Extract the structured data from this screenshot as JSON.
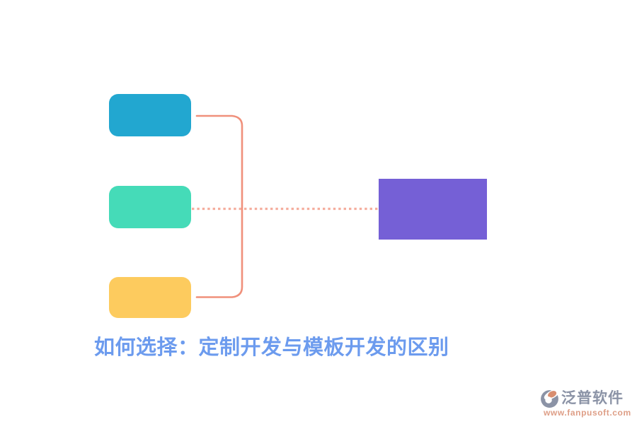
{
  "page": {
    "background": "#FFFFFF"
  },
  "title": {
    "text": "如何选择：定制开发与模板开发的区别",
    "color": "#6C9BEE"
  },
  "diagram": {
    "nodes": [
      {
        "name": "top-branch",
        "shape": "rounded-rect",
        "color": "#22A7D0",
        "label": ""
      },
      {
        "name": "middle-branch",
        "shape": "rounded-rect",
        "color": "#45DBB8",
        "label": ""
      },
      {
        "name": "bottom-branch",
        "shape": "rounded-rect",
        "color": "#FDCB5E",
        "label": ""
      },
      {
        "name": "root",
        "shape": "rect",
        "color": "#7560D6",
        "label": ""
      }
    ],
    "connectors": {
      "bracket_color": "#F0907B",
      "dotted_color": "#F5AE9E"
    }
  },
  "watermark": {
    "brand": "泛普软件",
    "url": "www.fanpusoft.com",
    "brand_color": "#8B93A6",
    "url_color": "#DE9E86",
    "icon_main_color": "#8B93A6",
    "icon_accent_color": "#D98E70"
  }
}
